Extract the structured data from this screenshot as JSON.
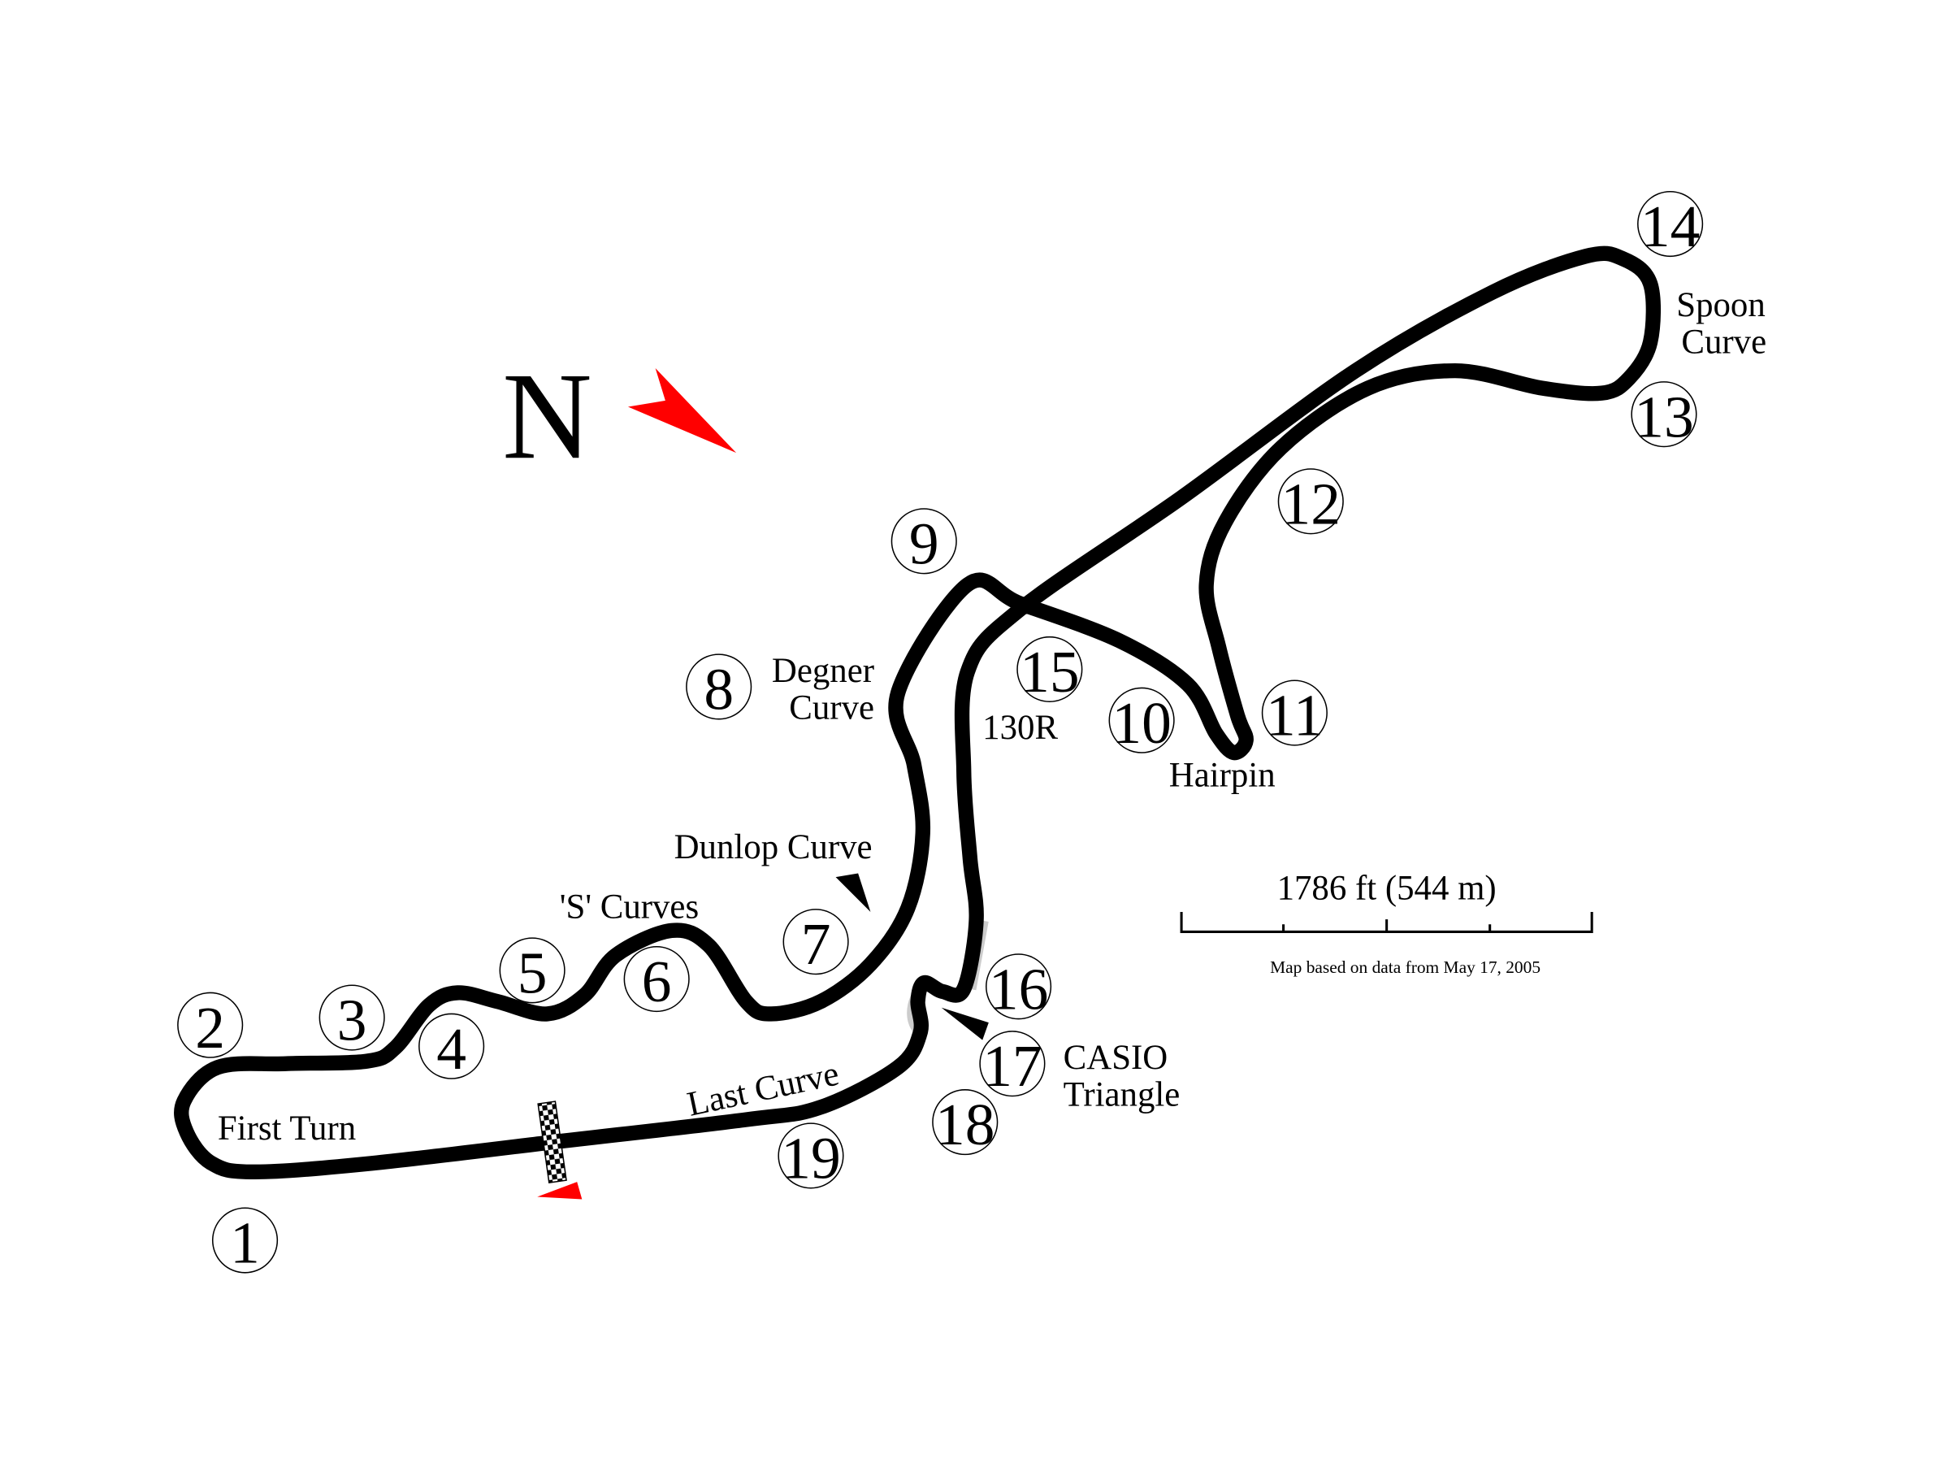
{
  "compass": {
    "letter": "N",
    "color": "#ff0000"
  },
  "corners": [
    "1",
    "2",
    "3",
    "4",
    "5",
    "6",
    "7",
    "8",
    "9",
    "10",
    "11",
    "12",
    "13",
    "14",
    "15",
    "16",
    "17",
    "18",
    "19"
  ],
  "labels": {
    "first_turn": "First Turn",
    "s_curves": "'S' Curves",
    "dunlop": "Dunlop Curve",
    "degner_1": "Degner",
    "degner_2": "Curve",
    "r130": "130R",
    "hairpin": "Hairpin",
    "spoon_1": "Spoon",
    "spoon_2": "Curve",
    "casio_1": "CASIO",
    "casio_2": "Triangle",
    "last_curve": "Last Curve"
  },
  "scale": {
    "label": "1786 ft (544 m)",
    "note": "Map based on data from May 17, 2005"
  },
  "colors": {
    "track": "#000000",
    "accent": "#ff0000"
  }
}
